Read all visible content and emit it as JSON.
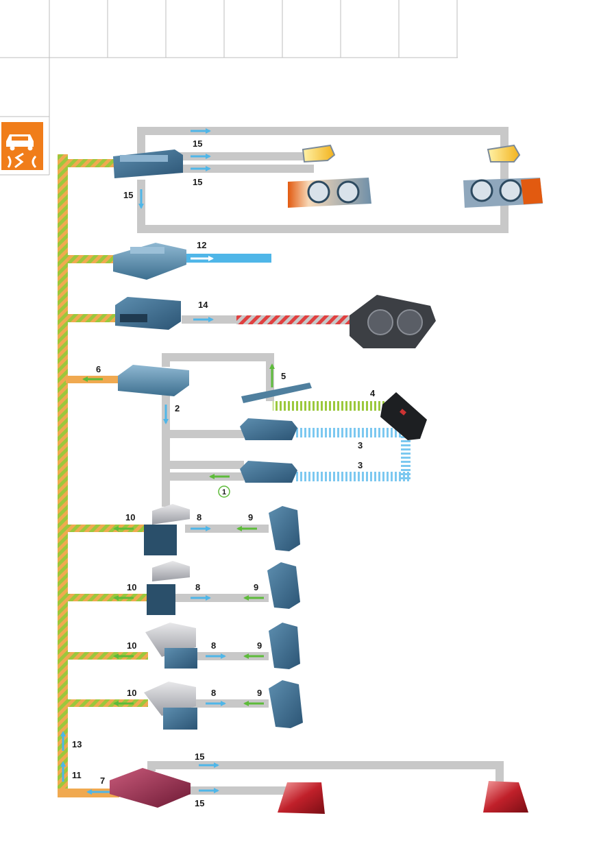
{
  "header_grid": {
    "columns": 8
  },
  "section_icon": {
    "name": "slippery-road-icon",
    "color": "#f07d1a"
  },
  "colors": {
    "bus_orange": "#f0a950",
    "bus_green": "#9bc83c",
    "line_grey": "#c8c8c8",
    "arrow_blue": "#4fb6e8",
    "arrow_green": "#5dbb3a",
    "red_hatch": "#e04040",
    "component_blue": "#4a7fa0"
  },
  "labels": {
    "l15_top": "15",
    "l15_mid": "15",
    "l15_left": "15",
    "l12": "12",
    "l14": "14",
    "l6": "6",
    "l5": "5",
    "l4": "4",
    "l2": "2",
    "l3_upper": "3",
    "l3_lower": "3",
    "l1": "1",
    "l10_a": "10",
    "l8_a": "8",
    "l9_a": "9",
    "l10_b": "10",
    "l8_b": "8",
    "l9_b": "9",
    "l10_c": "10",
    "l8_c": "8",
    "l9_c": "9",
    "l10_d": "10",
    "l8_d": "8",
    "l9_d": "9",
    "l13": "13",
    "l11": "11",
    "l7": "7",
    "l15_bottom_top": "15",
    "l15_bottom": "15"
  }
}
